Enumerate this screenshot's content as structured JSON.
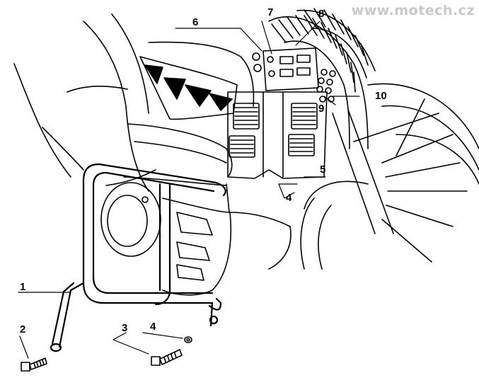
{
  "watermark": "www.motech.cz",
  "callouts": [
    {
      "id": "1",
      "label": "1"
    },
    {
      "id": "2",
      "label": "2"
    },
    {
      "id": "3",
      "label": "3"
    },
    {
      "id": "4a",
      "label": "4"
    },
    {
      "id": "4b",
      "label": "4"
    },
    {
      "id": "5",
      "label": "5"
    },
    {
      "id": "6",
      "label": "6"
    },
    {
      "id": "7",
      "label": "7"
    },
    {
      "id": "8",
      "label": "8"
    },
    {
      "id": "9",
      "label": "9"
    },
    {
      "id": "10",
      "label": "10"
    }
  ]
}
